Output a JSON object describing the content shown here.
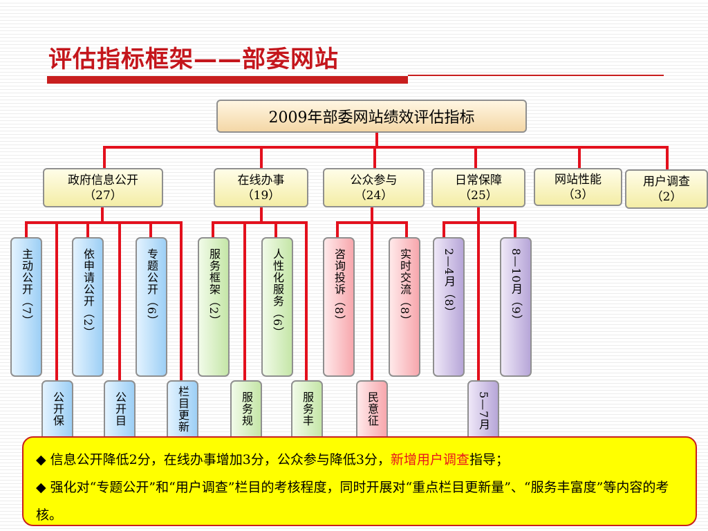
{
  "slide": {
    "title": "评估指标框架——部委网站"
  },
  "diagram": {
    "root": "2009年部委网站绩效评估指标",
    "categories": [
      {
        "name": "政府信息公开",
        "count": "（27）"
      },
      {
        "name": "在线办事",
        "count": "（19）"
      },
      {
        "name": "公众参与",
        "count": "（24）"
      },
      {
        "name": "日常保障",
        "count": "（25）"
      },
      {
        "name": "网站性能",
        "count": "（3）"
      },
      {
        "name": "用户调查",
        "count": "（2）"
      }
    ],
    "leaves": {
      "zhudong": "主动公开（7）",
      "yishenqing": "依申请公开（2）",
      "zhuanti": "专题公开（6）",
      "gongkaibao": "公开保",
      "gongkaimu": "公开目",
      "lanmugeng": "栏目更新",
      "fuwukuangjia": "服务框架（2）",
      "renxinghua": "人性化服务（6）",
      "fuwugui": "服务规",
      "fuwufeng": "服务丰",
      "zixun": "咨询投诉（8）",
      "shishi": "实时交流（8）",
      "minyi": "民意征",
      "m2to4": "2—4月（8）",
      "m8to10": "8—10月（9）",
      "m5to7": "5—7月"
    }
  },
  "note": {
    "bullet1_prefix": "◆ 信息公开降低2分，在线办事增加3分，公众参与降低3分，",
    "bullet1_highlight": "新增用户调查",
    "bullet1_suffix": "指导；",
    "bullet2": "◆ 强化对“专题公开”和“用户调查”栏目的考核程度，同时开展对“重点栏目更新量”、“服务丰富度”等内容的考核。"
  },
  "colors": {
    "title": "#c4161c",
    "connector": "#e3101d",
    "note_background": "#ffff00",
    "highlight": "#e8161c"
  }
}
